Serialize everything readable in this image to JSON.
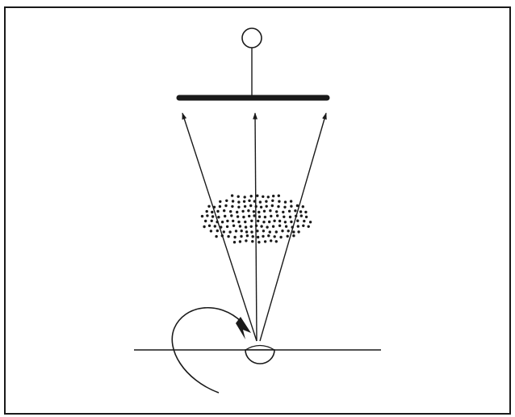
{
  "diagram": {
    "colors": {
      "ink": "#1a1a1a",
      "paper": "#ffffff"
    },
    "elements": [
      "frame",
      "pendant-circle",
      "horizontal-bar",
      "three-arrows",
      "dotted-cloud",
      "hemisphere",
      "ground-line",
      "curved-arrow"
    ]
  }
}
